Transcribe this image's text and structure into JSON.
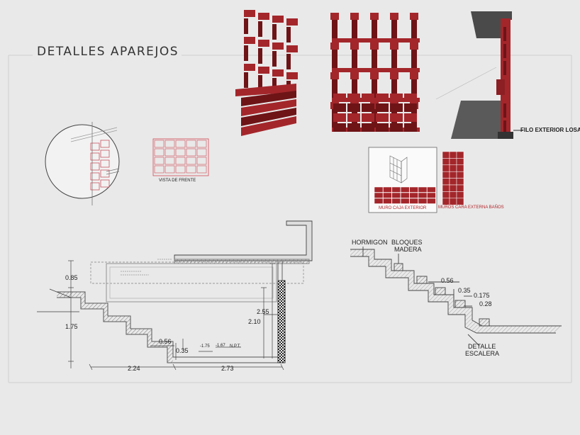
{
  "title": "DETALLES APAREJOS",
  "labels": {
    "vista_frente": "VISTA DE FRENTE",
    "filo_exterior": "FILO EXTERIOR LOSA",
    "muro_caja": "MURO CAJA EXTERIOR",
    "muros_cara": "MUROS CARA EXTERNA BAÑOS",
    "hormigon": "HORMIGON",
    "bloques": "BLOQUES",
    "madera": "MADERA",
    "detalle": "DETALLE",
    "escalera": "ESCALERA",
    "npt": "N.P.T."
  },
  "dims_left": {
    "d085": "0.85",
    "d175": "1.75",
    "d255": "2.55",
    "d210": "2.10",
    "d056": "0.56",
    "d035": "0.35",
    "d224": "2.24",
    "d273": "2.73",
    "lev1": "-1.75",
    "lev2": "-1.67"
  },
  "dims_right": {
    "d056": "0.56",
    "d035": "0.35",
    "d0175": "0.175",
    "d028": "0.28"
  },
  "colors": {
    "brick": "#a3262b",
    "brick_dark": "#6e1417",
    "slab": "#555555",
    "line": "#444444"
  }
}
